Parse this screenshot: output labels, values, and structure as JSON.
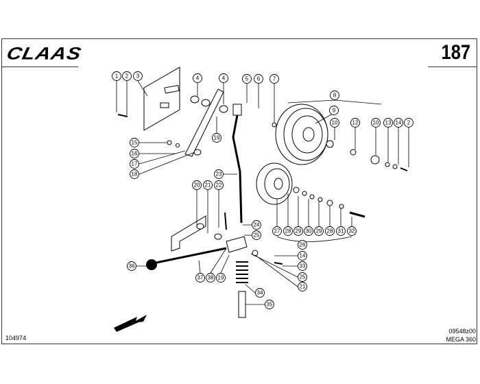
{
  "header": {
    "brand": "CLAAS",
    "page_number": "187"
  },
  "footer": {
    "document_number": "104974",
    "drawing_number": "09548z00",
    "model": "MEGA 360"
  },
  "callouts": [
    "1",
    "2",
    "3",
    "4",
    "4",
    "5",
    "6",
    "7",
    "8",
    "9",
    "10",
    "12",
    "10",
    "13",
    "14",
    "2",
    "15",
    "16",
    "17",
    "18",
    "19",
    "23",
    "20",
    "21",
    "22",
    "24",
    "25",
    "27",
    "28",
    "29",
    "30",
    "29",
    "28",
    "31",
    "32",
    "26",
    "14",
    "33",
    "25",
    "21",
    "36",
    "37",
    "38",
    "19",
    "34",
    "35"
  ]
}
